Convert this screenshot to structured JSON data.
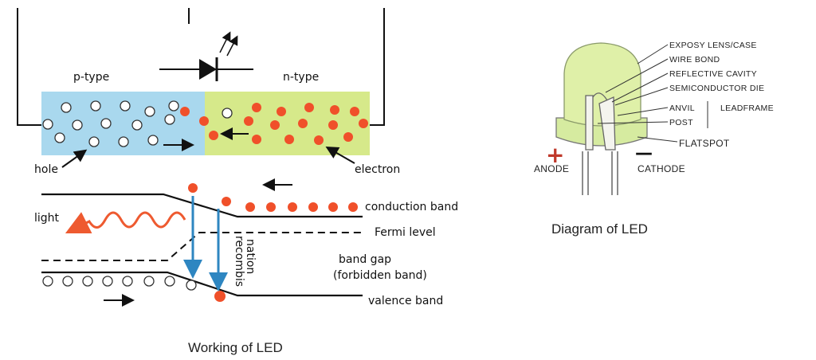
{
  "working_diagram": {
    "p_type_label": "p-type",
    "n_type_label": "n-type",
    "hole_label": "hole",
    "electron_label": "electron",
    "light_label": "light",
    "conduction_band_label": "conduction band",
    "fermi_level_label": "Fermi level",
    "band_gap_label": "band gap",
    "forbidden_band_label": "(forbidden band)",
    "valence_band_label": "valence band",
    "recombination_label_1": "recombis",
    "recombination_label_2": "nation",
    "caption": "Working of  LED",
    "colors": {
      "p_region": "#a9d8ee",
      "n_region": "#d6e98a",
      "electron": "#f0502a",
      "light_wave": "#ee5a30",
      "recombination_arrow": "#2e86c1"
    }
  },
  "structure_diagram": {
    "labels": {
      "lens": "EXPOSY LENS/CASE",
      "wire_bond": "WIRE BOND",
      "reflective_cavity": "REFLECTIVE CAVITY",
      "semiconductor_die": "SEMICONDUCTOR DIE",
      "anvil": "ANVIL",
      "leadframe": "LEADFRAME",
      "post": "POST",
      "flatspot": "FLATSPOT",
      "anode": "ANODE",
      "cathode": "CATHODE",
      "plus_sign": "+",
      "minus_sign": "—"
    },
    "caption": "Diagram of LED",
    "colors": {
      "lens": "#dff0a8",
      "anode_sign": "#c0392b"
    }
  }
}
